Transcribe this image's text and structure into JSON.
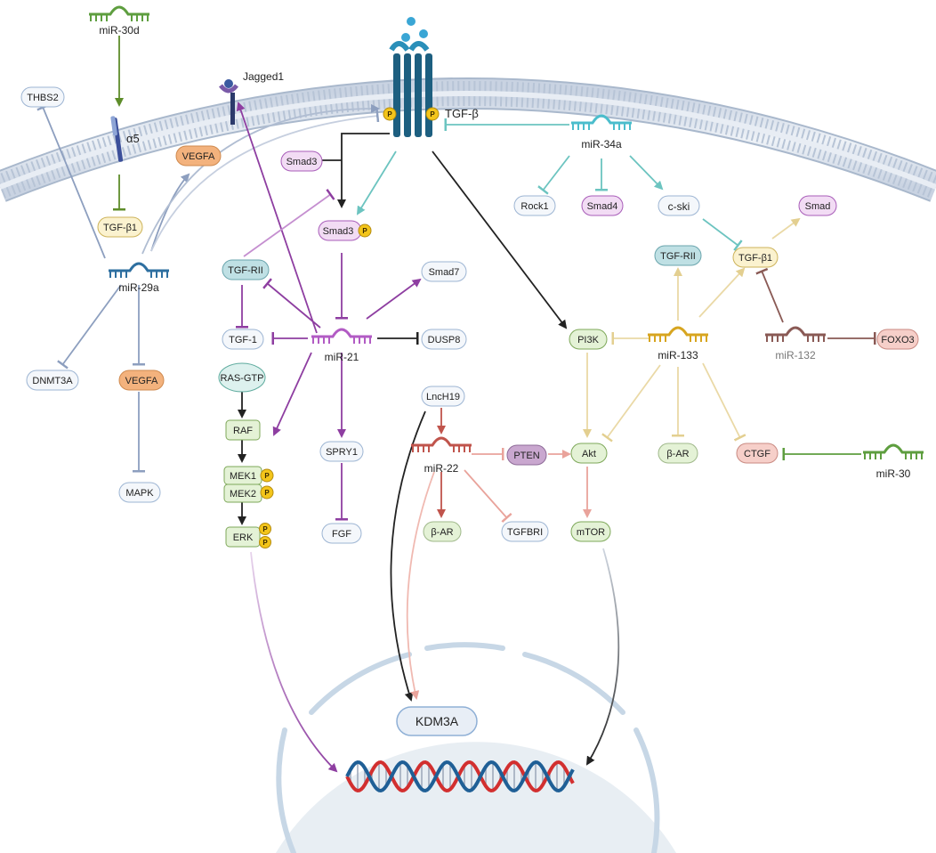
{
  "receptor": {
    "label": "TGF-β",
    "phospho": "P"
  },
  "ligand": {
    "label": "Jagged1"
  },
  "integrin": {
    "label": "α5"
  },
  "nucleus": {
    "kdm3a": "KDM3A"
  },
  "mirnas": {
    "mir30d": "miR-30d",
    "mir29a": "miR-29a",
    "mir21": "miR-21",
    "mir34a": "miR-34a",
    "mir133": "miR-133",
    "mir132": "miR-132",
    "mir22": "miR-22",
    "mir30": "miR-30",
    "lnch19": "LncH19"
  },
  "nodes": {
    "thbs2": "THBS2",
    "vegfa_top": "VEGFA",
    "tgfb1_left": "TGF-β1",
    "dnmt3a": "DNMT3A",
    "vegfa_mid": "VEGFA",
    "mapk": "MAPK",
    "smad3": "Smad3",
    "smad3p": "Smad3",
    "tgf_rii_left": "TGF-RII",
    "tgf_1": "TGF-1",
    "ras_gtp": "RAS-GTP",
    "raf": "RAF",
    "mek1": "MEK1",
    "mek2": "MEK2",
    "erk": "ERK",
    "smad7": "Smad7",
    "dusp8": "DUSP8",
    "spry1": "SPRY1",
    "fgf": "FGF",
    "rock1": "Rock1",
    "smad4": "Smad4",
    "cski": "c-ski",
    "smad_right": "Smad",
    "tgf_rii_right": "TGF-RII",
    "tgfb1_right": "TGF-β1",
    "pi3k": "PI3K",
    "foxo3": "FOXO3",
    "pten": "PTEN",
    "akt": "Akt",
    "bar_right": "β-AR",
    "ctgf": "CTGF",
    "bar_mid": "β-AR",
    "tgfbri": "TGFBRI",
    "mtor": "mTOR"
  },
  "colors": {
    "purple": "#8e3ea1",
    "steel": "#8d9fbf",
    "olive": "#5e8d2a",
    "teal": "#6cc4c0",
    "tan": "#ead9a6",
    "salmon": "#e9a39b",
    "darkred": "#c0544c",
    "brown": "#8a5a55",
    "green": "#5e9e3f",
    "black": "#222222"
  }
}
